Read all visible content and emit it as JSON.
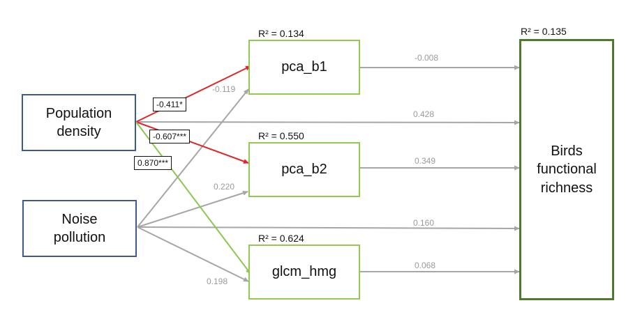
{
  "nodes": {
    "population": "Population\ndensity",
    "noise": "Noise\npollution",
    "pca_b1": "pca_b1",
    "pca_b2": "pca_b2",
    "glcm_hmg": "glcm_hmg",
    "birds": "Birds\nfunctional\nrichness"
  },
  "r2": {
    "pca_b1": "R² = 0.134",
    "pca_b2": "R² = 0.550",
    "glcm_hmg": "R² = 0.624",
    "birds": "R² = 0.135"
  },
  "paths": [
    {
      "from": "population",
      "to": "pca_b1",
      "coef": "-0.411*",
      "significant": true,
      "color": "#e0262a"
    },
    {
      "from": "population",
      "to": "pca_b2",
      "coef": "-0.607***",
      "significant": true,
      "color": "#e0262a"
    },
    {
      "from": "population",
      "to": "glcm_hmg",
      "coef": "0.870***",
      "significant": true,
      "color": "#8cc84b"
    },
    {
      "from": "population",
      "to": "birds",
      "coef": "0.428",
      "significant": false,
      "color": "#a6a6a6"
    },
    {
      "from": "noise",
      "to": "pca_b1",
      "coef": "-0.119",
      "significant": false,
      "color": "#a6a6a6"
    },
    {
      "from": "noise",
      "to": "pca_b2",
      "coef": "0.220",
      "significant": false,
      "color": "#a6a6a6"
    },
    {
      "from": "noise",
      "to": "glcm_hmg",
      "coef": "0.198",
      "significant": false,
      "color": "#a6a6a6"
    },
    {
      "from": "noise",
      "to": "birds",
      "coef": "0.160",
      "significant": false,
      "color": "#a6a6a6"
    },
    {
      "from": "pca_b1",
      "to": "birds",
      "coef": "-0.008",
      "significant": false,
      "color": "#a6a6a6"
    },
    {
      "from": "pca_b2",
      "to": "birds",
      "coef": "0.349",
      "significant": false,
      "color": "#a6a6a6"
    },
    {
      "from": "glcm_hmg",
      "to": "birds",
      "coef": "0.068",
      "significant": false,
      "color": "#a6a6a6"
    }
  ]
}
